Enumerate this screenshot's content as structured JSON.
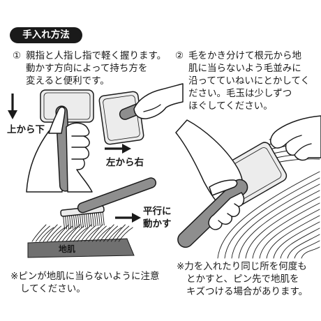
{
  "heading": {
    "label": "手入れ方法"
  },
  "steps": [
    {
      "number": "①",
      "lines": [
        "親指と人指し指で軽く握ります。",
        "動かす方向によって持ち方を",
        "変えると便利です。"
      ]
    },
    {
      "number": "②",
      "lines": [
        "毛をかき分けて根元から地",
        "肌に当らないよう毛並みに",
        "沿ってていねいにとかしてく",
        "ださい。毛玉は少しずつ",
        "ほぐしてください。"
      ]
    }
  ],
  "illustration_labels": {
    "top_to_bottom": "上から下",
    "left_to_right": "左から右",
    "parallel_move": [
      "平行に",
      "動かす"
    ],
    "skin": "地肌"
  },
  "notes": [
    {
      "lines": [
        "※ピンが地肌に当らないように注意",
        "してください。"
      ]
    },
    {
      "lines": [
        "※力を入れたり同じ所を何度も",
        "とかすと、ピン先で地肌を",
        "キズつける場合があります。"
      ]
    }
  ],
  "icons": {
    "down_arrow": "arrow-down-icon",
    "right_arrow": "arrow-right-icon",
    "brush": "slicker-brush-icon",
    "hand": "hand-icon"
  },
  "colors": {
    "ink": "#1a1a1a",
    "heading_bg": "#1a1a1a",
    "heading_text": "#ffffff",
    "brush_handle": "#8e8e8e",
    "brush_head": "#ececec",
    "skin": "#707070",
    "hand": "#ffffff"
  }
}
